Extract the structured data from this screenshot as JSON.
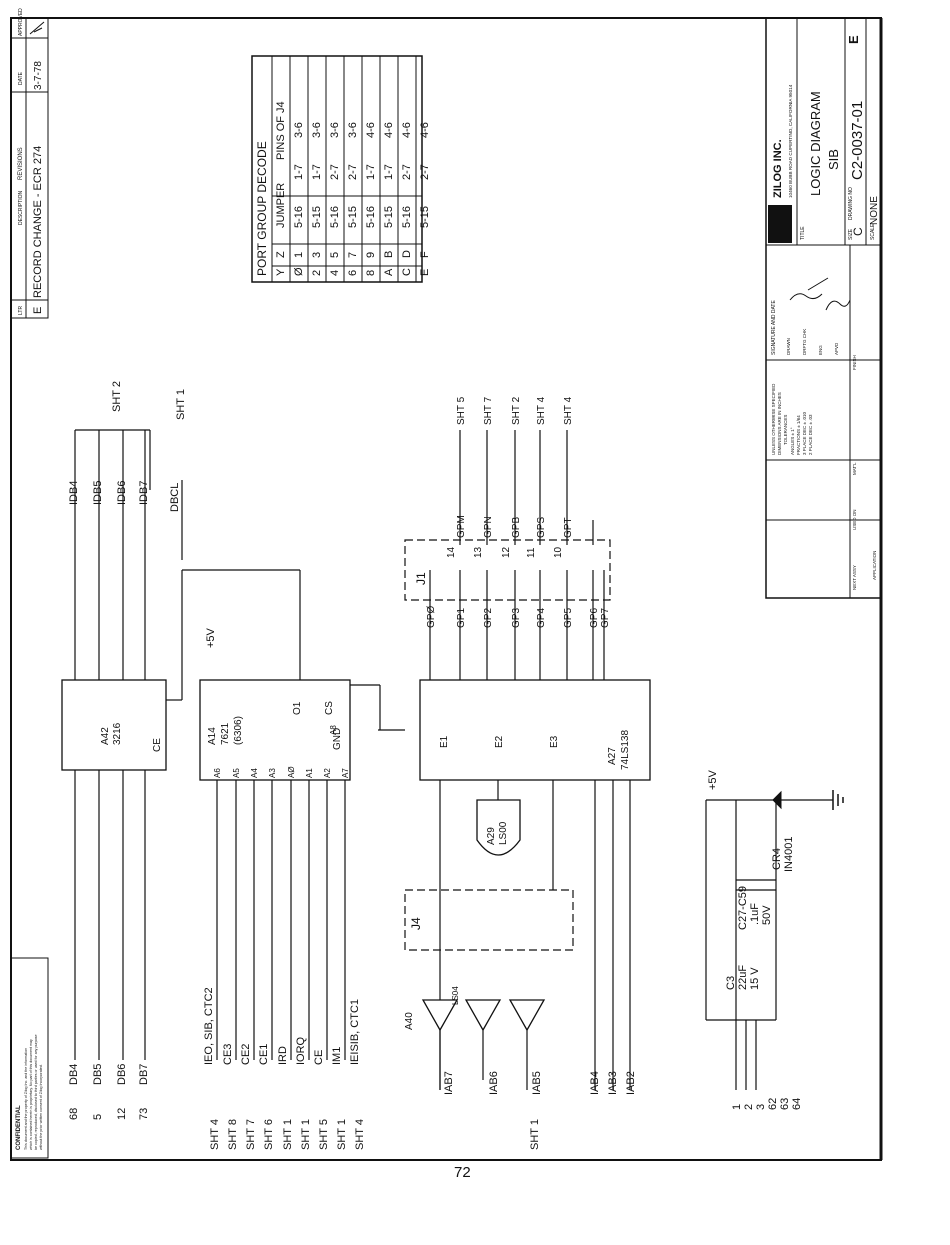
{
  "revisions": {
    "header": "REVISIONS",
    "col_ltr": "LTR",
    "col_description": "DESCRIPTION",
    "col_date": "DATE",
    "col_approved": "APPROVED",
    "ltr": "E",
    "description": "RECORD CHANGE - ECR 274",
    "date": "3-7-78"
  },
  "confidential": {
    "heading": "CONFIDENTIAL",
    "lines": [
      "This document and the property of Zilog Inc. and the information",
      "which is contained herein is proprietary. No part of this document may",
      "be copied, reproduced, disclosed to third parties or used for any purpose",
      "without the prior written consent of Zilog Incorporated."
    ]
  },
  "decode_table": {
    "title": "PORT GROUP DECODE",
    "headers": [
      "Y",
      "Z",
      "JUMPER",
      "PINS OF J4"
    ],
    "rows": [
      [
        "Ø",
        "1",
        "5-16",
        "1-7",
        "3-6"
      ],
      [
        "2",
        "3",
        "5-15",
        "1-7",
        "3-6"
      ],
      [
        "4",
        "5",
        "5-16",
        "2-7",
        "3-6"
      ],
      [
        "6",
        "7",
        "5-15",
        "2-7",
        "3-6"
      ],
      [
        "8",
        "9",
        "5-16",
        "1-7",
        "4-6"
      ],
      [
        "A",
        "B",
        "5-15",
        "1-7",
        "4-6"
      ],
      [
        "C",
        "D",
        "5-16",
        "2-7",
        "4-6"
      ],
      [
        "E",
        "F",
        "5-15",
        "2-7",
        "4-6"
      ]
    ]
  },
  "chips": {
    "a42": {
      "name": "A42",
      "part": "3216",
      "ce": "CE"
    },
    "a14": {
      "name": "A14",
      "part": "7621",
      "alt": "(6306)",
      "o1": "O1",
      "cs": "CS",
      "gnd": "GND"
    },
    "a27": {
      "name": "A27",
      "part": "74LS138",
      "e1": "E1",
      "e2": "E2",
      "e3": "E3"
    },
    "a29": {
      "name": "A29",
      "part": "LS00"
    },
    "a40": {
      "name": "A40",
      "part": "LS04"
    },
    "j1": "J1",
    "j4": "J4"
  },
  "a14_pins": [
    "A6",
    "A5",
    "A4",
    "A3",
    "AØ",
    "A1",
    "A2",
    "A8",
    "A7"
  ],
  "data_bus": {
    "left": [
      "DB4",
      "DB5",
      "DB6",
      "DB7"
    ],
    "left_pins": [
      "68",
      "5",
      "12",
      "73"
    ],
    "right": [
      "IDB4",
      "IDB5",
      "IDB6",
      "IDB7"
    ],
    "right_sheet": "SHT 2",
    "dbcl": "DBCL",
    "dbcl_sheet": "SHT 1"
  },
  "signals_left": [
    "IEO, SIB, CTC2",
    "CE3",
    "CE2",
    "CE1",
    "IRD",
    "IORQ",
    "CE",
    "IM1",
    "IEISIB, CTC1"
  ],
  "sheets_left": [
    "SHT 4",
    "SHT 8",
    "SHT 7",
    "SHT 6",
    "SHT 1",
    "SHT 1",
    "SHT 5",
    "SHT 1",
    "SHT 4"
  ],
  "address_lines": [
    "IAB7",
    "IAB6",
    "IAB5",
    "IAB4",
    "IAB3",
    "IAB2"
  ],
  "sheet_bottom": "SHT 1",
  "gp_outputs": [
    "GPØ",
    "GP1",
    "GP2",
    "GP3",
    "GP4",
    "GP5",
    "GP6",
    "GP7"
  ],
  "gp_right": [
    {
      "pin": "14",
      "name": "GPM",
      "sheet": "SHT 5"
    },
    {
      "pin": "13",
      "name": "GPN",
      "sheet": "SHT 7"
    },
    {
      "pin": "12",
      "name": "GPB",
      "sheet": "SHT 2"
    },
    {
      "pin": "11",
      "name": "GPS",
      "sheet": "SHT 4"
    },
    {
      "pin": "10",
      "name": "GPT",
      "sheet": "SHT 4"
    }
  ],
  "power": {
    "v5": "+5V",
    "c3": [
      "C3",
      "22uF",
      "15 V"
    ],
    "c27": [
      "C27-C59",
      ".1uF",
      "50V"
    ],
    "cr4": [
      "CR4",
      "IN4001"
    ],
    "connector_pins": [
      "1",
      "2",
      "3",
      "62",
      "63",
      "64"
    ]
  },
  "title_block": {
    "company": "ZILOG INC.",
    "address": "10460 BUBB ROAD CUPERTINO, CALIFORNIA 95014",
    "title_label": "TITLE",
    "title": "LOGIC DIAGRAM",
    "subtitle": "SIB",
    "size_label": "SIZE",
    "size": "C",
    "drawing_no_label": "DRAWING NO",
    "drawing_no": "C2-0037-01",
    "scale_label": "SCALE",
    "scale": "NONE",
    "rev": "E",
    "signature_label": "SIGNATURE AND DATE",
    "drawn": "DRAWN",
    "drafting_chk": "DRFTG CHK",
    "eng": "ENG",
    "appd": "APVD",
    "tolerance_lines": [
      "UNLESS OTHERWISE SPECIFIED",
      "DIMENSIONS ARE IN INCHES",
      "TOLERANCES",
      "ANGLES ± 1°",
      "FRACTIONS ± 1/64",
      "3 PLACE DEC ± .010",
      "2 PLACE DEC ± .03"
    ],
    "matl": "MAT'L",
    "finish": "FINISH",
    "next_assy": "NEXT ASSY",
    "used_on": "USED ON",
    "application": "APPLICATION"
  },
  "page_number": "72"
}
